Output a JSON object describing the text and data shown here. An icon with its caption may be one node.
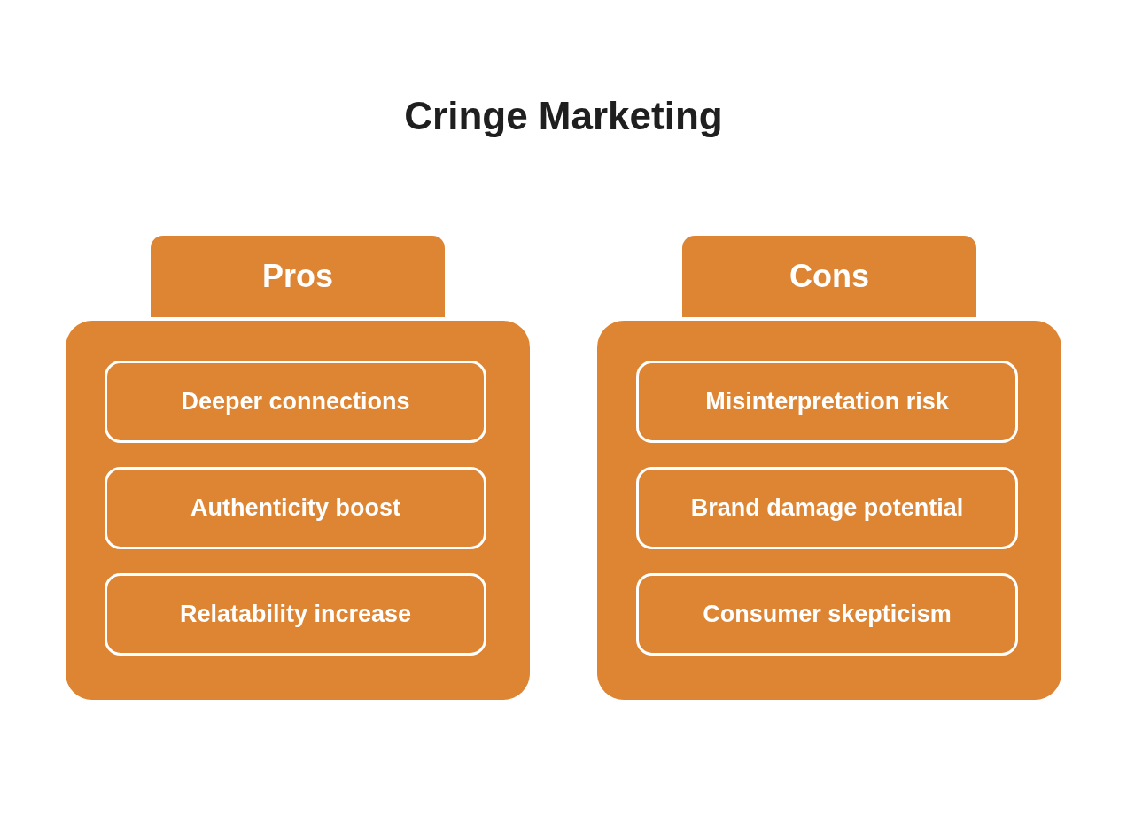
{
  "diagram": {
    "title": "Cringe Marketing",
    "nodes": [
      {
        "text": [
          "Pros"
        ]
      },
      {
        "text": [
          "Deeper connections"
        ],
        "in": 0
      },
      {
        "text": [
          "Authenticity boost"
        ],
        "in": 0
      },
      {
        "text": [
          "Relatability increase"
        ],
        "in": 0
      },
      {
        "text": [
          "Cons"
        ]
      },
      {
        "text": [
          "Misinterpretation risk"
        ],
        "in": 4
      },
      {
        "text": [
          "Brand damage potential"
        ],
        "in": 4
      },
      {
        "text": [
          "Consumer skepticism"
        ],
        "in": 4
      }
    ],
    "edges": []
  }
}
